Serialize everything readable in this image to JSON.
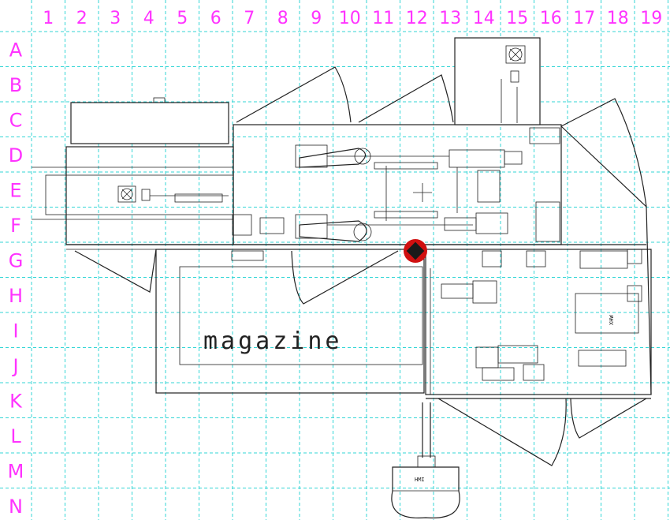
{
  "grid": {
    "columns": [
      "1",
      "2",
      "3",
      "4",
      "5",
      "6",
      "7",
      "8",
      "9",
      "10",
      "11",
      "12",
      "13",
      "14",
      "15",
      "16",
      "17",
      "18",
      "19"
    ],
    "rows": [
      "A",
      "B",
      "C",
      "D",
      "E",
      "F",
      "G",
      "H",
      "I",
      "J",
      "K",
      "L",
      "M",
      "N"
    ]
  },
  "labels": {
    "magazine": "magazine",
    "hmi": "HMI",
    "side_unit": "XHW"
  },
  "colors": {
    "grid_line": "#33d6d6",
    "grid_label": "#ff33ff",
    "drawing": "#222222",
    "emergency_stop_outer": "#d01010",
    "emergency_stop_inner": "#1a1a1a"
  },
  "icons": {
    "emergency_stop": "emergency-stop-icon",
    "fan": "fan-icon"
  }
}
